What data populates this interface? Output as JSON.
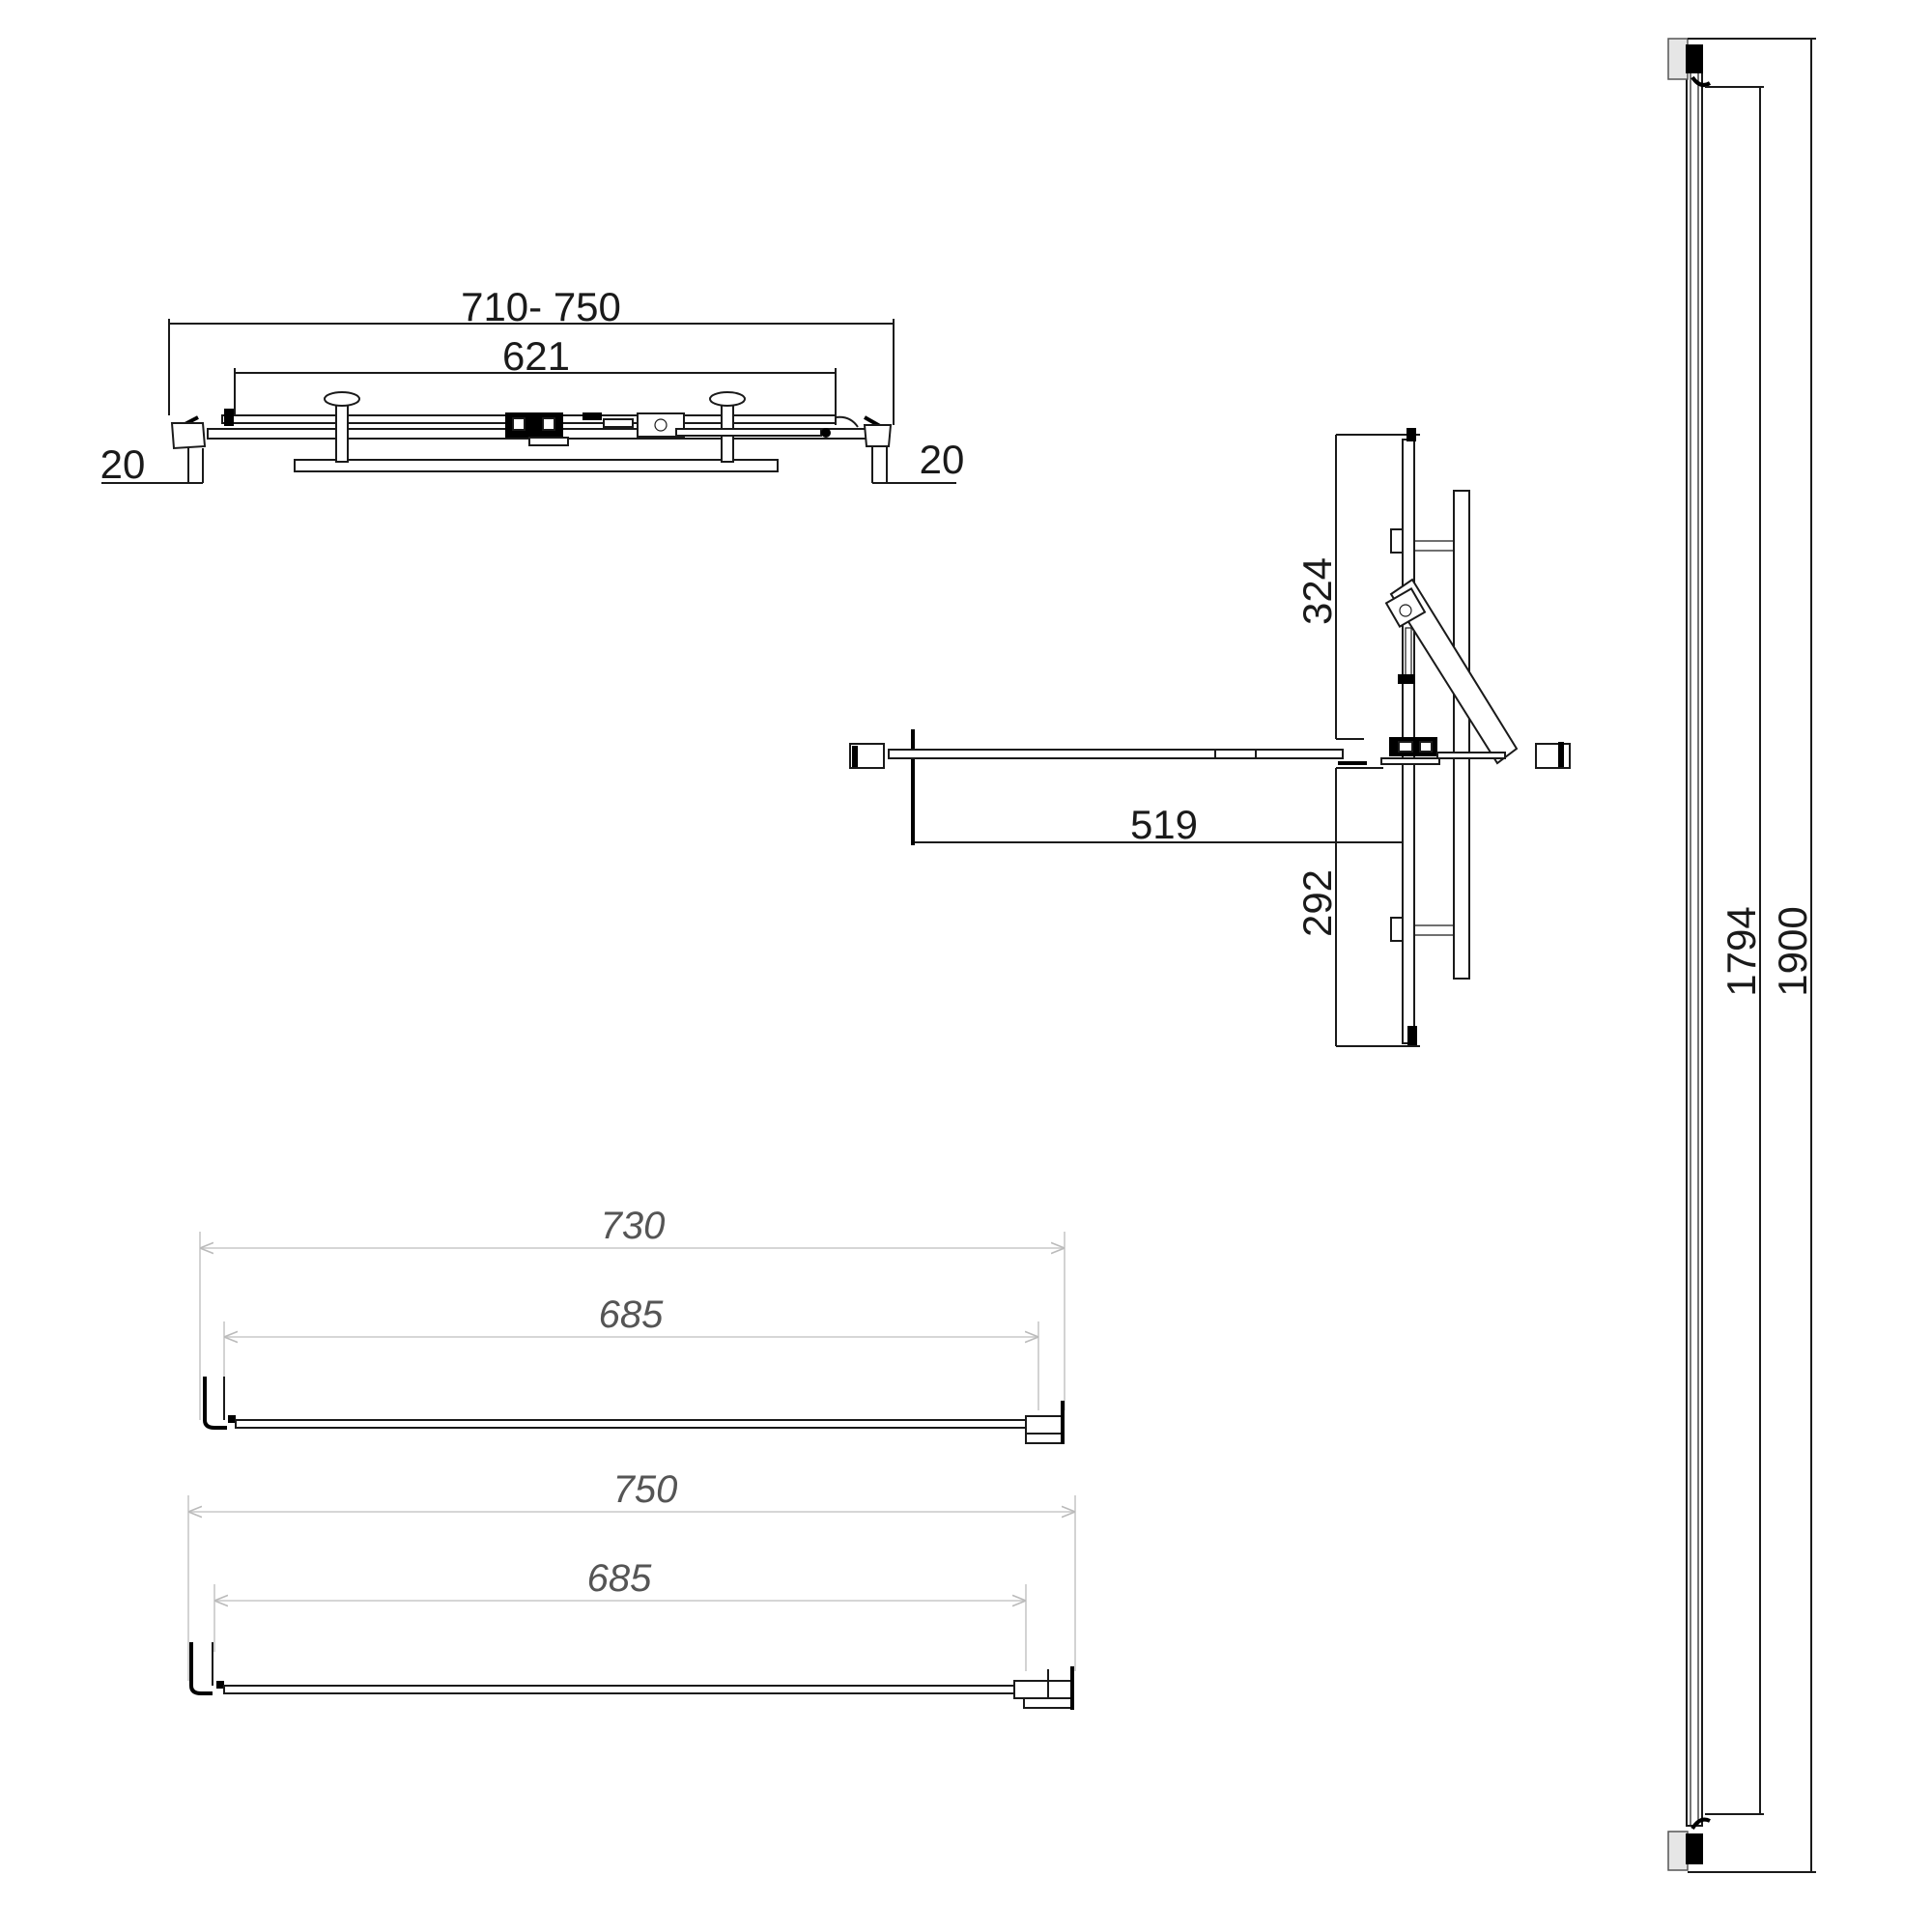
{
  "plan_top": {
    "overall": "710- 750",
    "inner": "621",
    "left_offset": "20",
    "right_offset": "20"
  },
  "plan_open": {
    "upper": "324",
    "lower": "292",
    "swing": "519"
  },
  "elevation": {
    "inner_height": "1794",
    "overall_height": "1900"
  },
  "panel_730": {
    "overall": "730",
    "glass": "685"
  },
  "panel_750": {
    "overall": "750",
    "glass": "685"
  }
}
